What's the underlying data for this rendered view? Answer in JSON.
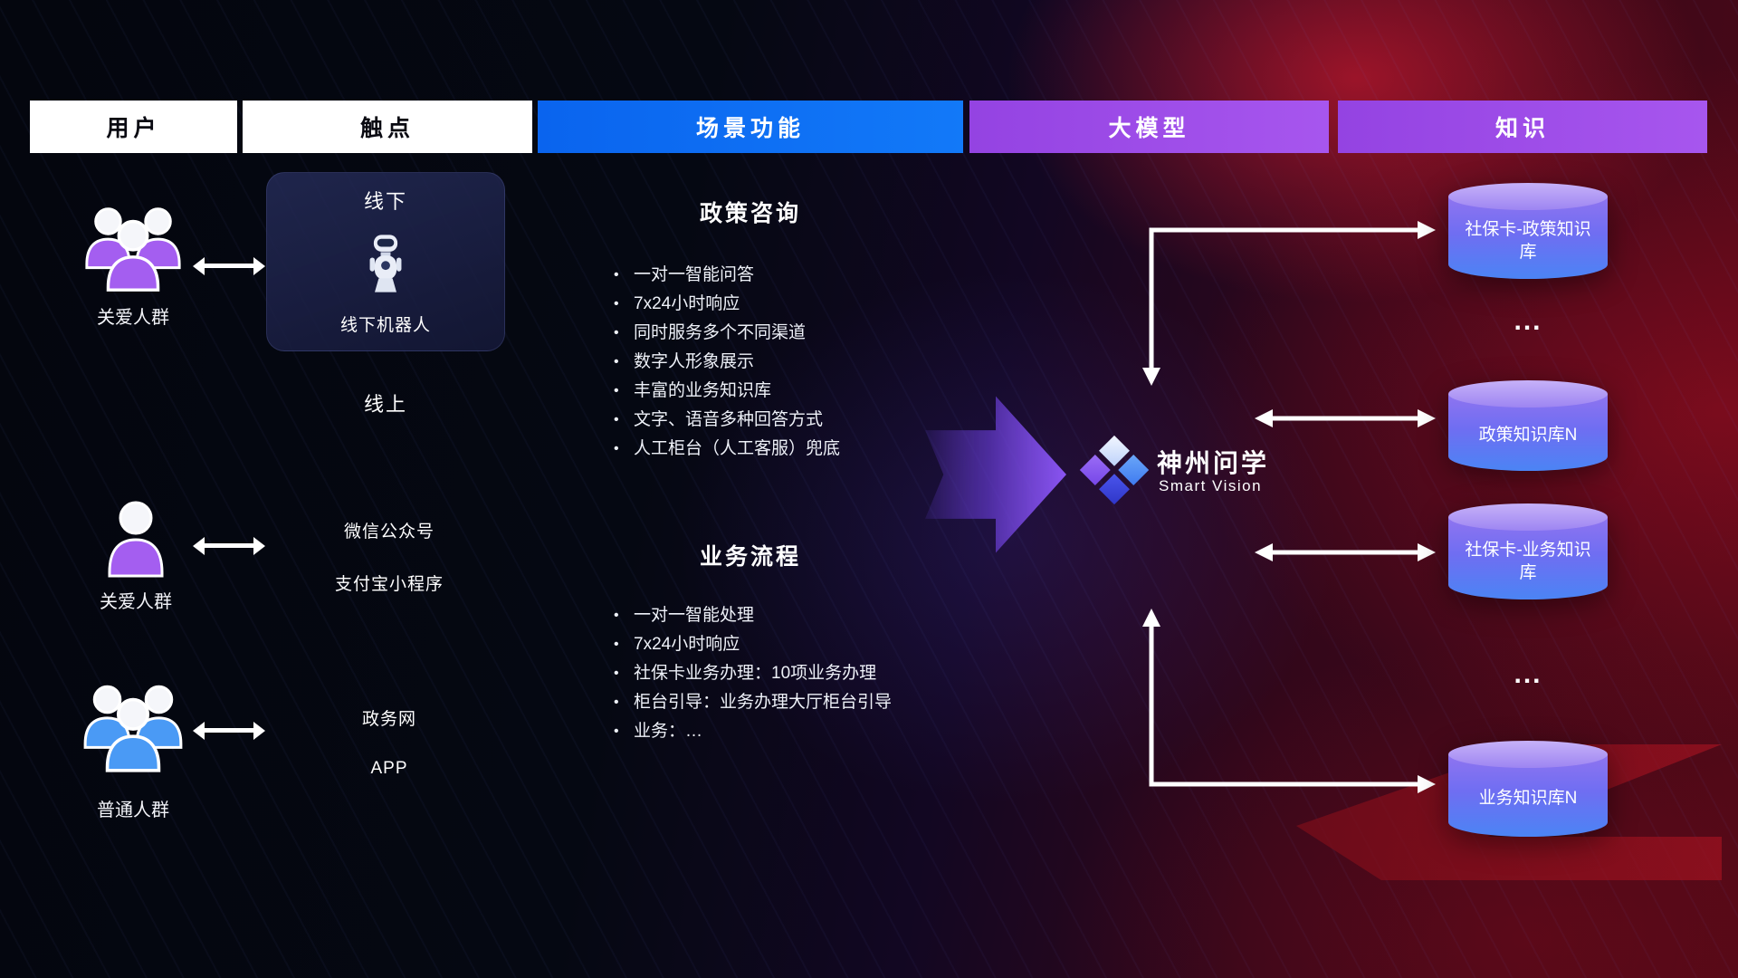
{
  "header": {
    "columns": [
      {
        "label": "用户"
      },
      {
        "label": "触点"
      },
      {
        "label": "场景功能"
      },
      {
        "label": "大模型"
      },
      {
        "label": "知识"
      }
    ]
  },
  "users": [
    {
      "label": "关爱人群"
    },
    {
      "label": "关爱人群"
    },
    {
      "label": "普通人群"
    }
  ],
  "touchpoints": {
    "offline_title": "线下",
    "offline_robot": "线下机器人",
    "online_title": "线上",
    "channels": [
      "微信公众号",
      "支付宝小程序",
      "政务网",
      "APP"
    ]
  },
  "scenes": [
    {
      "title": "政策咨询",
      "items": [
        "一对一智能问答",
        "7x24小时响应",
        "同时服务多个不同渠道",
        "数字人形象展示",
        "丰富的业务知识库",
        "文字、语音多种回答方式",
        "人工柜台（人工客服）兜底"
      ]
    },
    {
      "title": "业务流程",
      "items": [
        "一对一智能处理",
        "7x24小时响应",
        "社保卡业务办理：10项业务办理",
        "柜台引导：业务办理大厅柜台引导",
        "业务：…"
      ]
    }
  ],
  "model": {
    "name": "神州问学",
    "subtitle": "Smart Vision"
  },
  "knowledge": {
    "nodes": [
      {
        "type": "db",
        "label": "社保卡-政策知识库"
      },
      {
        "type": "ellipsis",
        "label": "..."
      },
      {
        "type": "db",
        "label": "政策知识库N"
      },
      {
        "type": "db",
        "label": "社保卡-业务知识库"
      },
      {
        "type": "ellipsis",
        "label": "..."
      },
      {
        "type": "db",
        "label": "业务知识库N"
      }
    ]
  },
  "colors": {
    "header_blue": "#0b6df2",
    "header_purple": "#9a4ce6",
    "accent_purple": "#8a55f2",
    "db_top": "#b39df2",
    "db_bottom": "#4b84f4",
    "arrow_white": "#ffffff"
  }
}
